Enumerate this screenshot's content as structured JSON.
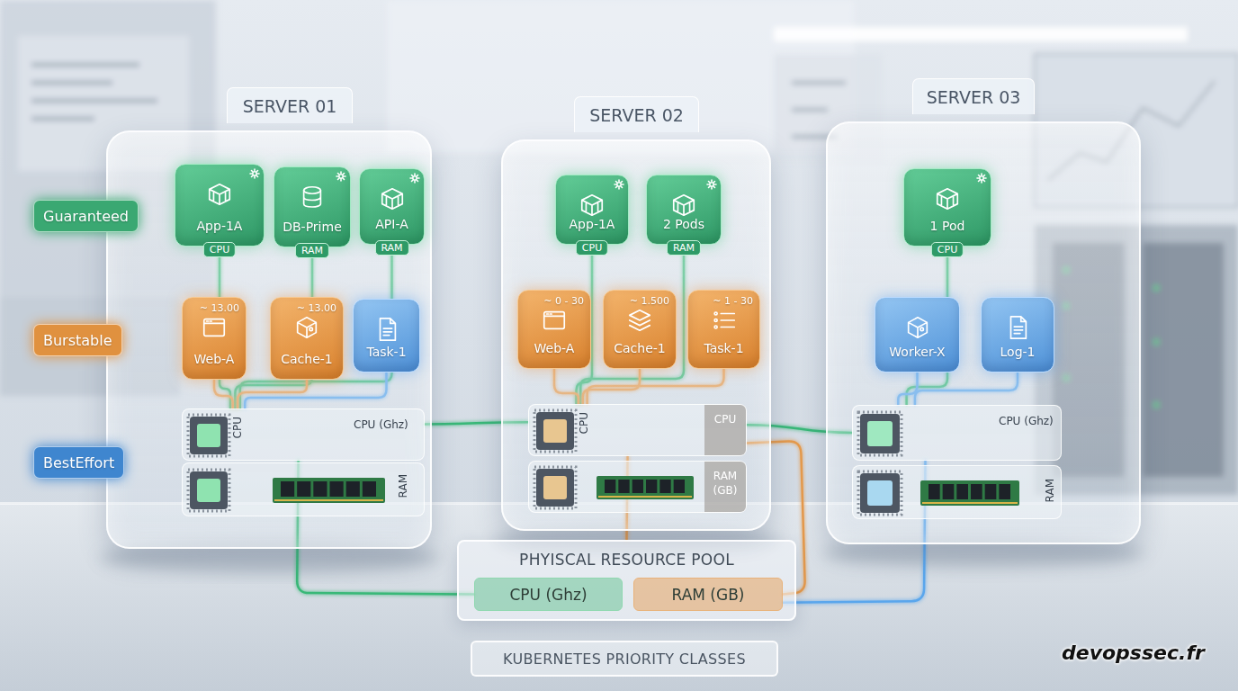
{
  "diagram": {
    "nodes": [
      {
        "text": [
          "SERVER 01"
        ]
      },
      {
        "text": [
          "App-1A",
          "CPU"
        ],
        "in": 0
      },
      {
        "text": [
          "DB-Prime",
          "RAM"
        ],
        "in": 0
      },
      {
        "text": [
          "API-A",
          "RAM"
        ],
        "in": 0
      },
      {
        "text": [
          "~ 13.00",
          "Web-A"
        ],
        "in": 0
      },
      {
        "text": [
          "~ 13.00",
          "Cache-1"
        ],
        "in": 0
      },
      {
        "text": [
          "Task-1"
        ],
        "in": 0
      },
      {
        "text": [
          "CPU",
          "CPU (Ghz)"
        ],
        "in": 0
      },
      {
        "text": [
          "RAM"
        ],
        "in": 0
      },
      {
        "text": [
          "SERVER 02"
        ]
      },
      {
        "text": [
          "App-1A",
          "CPU"
        ],
        "in": 9
      },
      {
        "text": [
          "2 Pods",
          "RAM"
        ],
        "in": 9
      },
      {
        "text": [
          "~ 0 - 30",
          "Web-A"
        ],
        "in": 9
      },
      {
        "text": [
          "~ 1.500",
          "Cache-1"
        ],
        "in": 9
      },
      {
        "text": [
          "~ 1 - 30",
          "Task-1"
        ],
        "in": 9
      },
      {
        "text": [
          "CPU",
          "CPU"
        ],
        "in": 9
      },
      {
        "text": [
          "RAM (GB)"
        ],
        "in": 9
      },
      {
        "text": [
          "SERVER 03"
        ]
      },
      {
        "text": [
          "1 Pod",
          "CPU"
        ],
        "in": 17
      },
      {
        "text": [
          "Worker-X"
        ],
        "in": 17
      },
      {
        "text": [
          "Log-1"
        ],
        "in": 17
      },
      {
        "text": [
          "CPU (Ghz)"
        ],
        "in": 17
      },
      {
        "text": [
          "RAM"
        ],
        "in": 17
      },
      {
        "text": [
          "PHYISCAL RESOURCE POOL"
        ]
      },
      {
        "text": [
          "CPU (Ghz)"
        ],
        "in": 23
      },
      {
        "text": [
          "RAM (GB)"
        ],
        "in": 23
      },
      {
        "text": [
          "KUBERNETES PRIORITY CLASSES"
        ]
      }
    ],
    "edges": [
      {
        "from": 1,
        "to": 7,
        "arrow": "none"
      },
      {
        "from": 2,
        "to": 7,
        "arrow": "none"
      },
      {
        "from": 3,
        "to": 7,
        "arrow": "none"
      },
      {
        "from": 4,
        "to": 7,
        "arrow": "none"
      },
      {
        "from": 5,
        "to": 7,
        "arrow": "none"
      },
      {
        "from": 6,
        "to": 7,
        "arrow": "none"
      },
      {
        "from": 10,
        "to": 15,
        "arrow": "none"
      },
      {
        "from": 11,
        "to": 15,
        "arrow": "none"
      },
      {
        "from": 12,
        "to": 15,
        "arrow": "none"
      },
      {
        "from": 13,
        "to": 15,
        "arrow": "none"
      },
      {
        "from": 14,
        "to": 15,
        "arrow": "none"
      },
      {
        "from": 18,
        "to": 21,
        "arrow": "none"
      },
      {
        "from": 19,
        "to": 21,
        "arrow": "none"
      },
      {
        "from": 20,
        "to": 21,
        "arrow": "none"
      },
      {
        "from": 7,
        "to": 15,
        "arrow": "none"
      },
      {
        "from": 15,
        "to": 21,
        "arrow": "none"
      },
      {
        "from": 7,
        "to": 24,
        "arrow": "none"
      },
      {
        "from": 15,
        "to": 23,
        "arrow": "none"
      },
      {
        "from": 15,
        "to": 25,
        "arrow": "none"
      },
      {
        "from": 21,
        "to": 25,
        "arrow": "none"
      }
    ],
    "labels": [
      "devopssec.fr"
    ],
    "legend": [
      {
        "text": "Guaranteed",
        "color": "#3aa872"
      },
      {
        "text": "Burstable",
        "color": "#e0913f"
      },
      {
        "text": "BestEffort",
        "color": "#3f86cf"
      }
    ]
  }
}
